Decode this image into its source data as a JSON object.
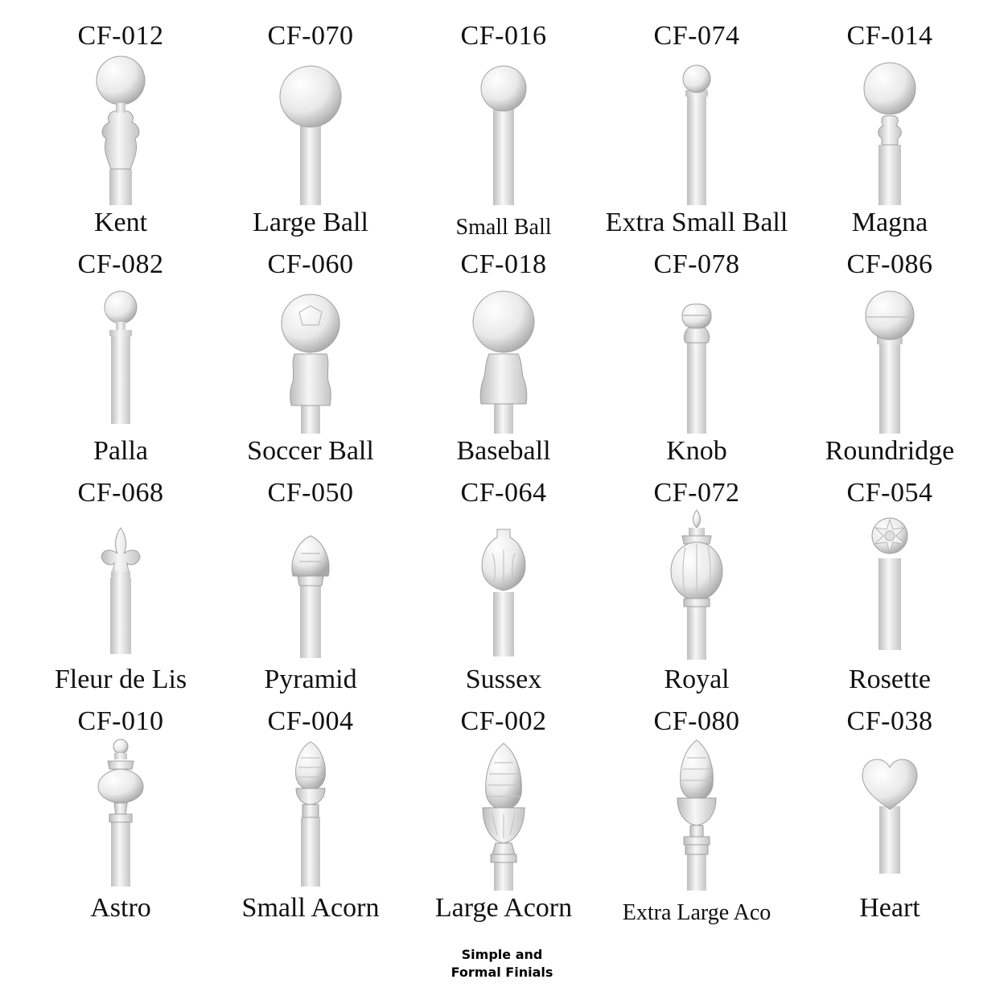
{
  "finials": [
    {
      "code": "CF-012",
      "name": "Kent",
      "shape": "kent-finial"
    },
    {
      "code": "CF-070",
      "name": "Large Ball",
      "shape": "large-ball-finial"
    },
    {
      "code": "CF-016",
      "name": "Small Ball",
      "shape": "small-ball-finial"
    },
    {
      "code": "CF-074",
      "name": "Extra Small Ball",
      "shape": "extra-small-ball-finial"
    },
    {
      "code": "CF-014",
      "name": "Magna",
      "shape": "magna-finial"
    },
    {
      "code": "CF-082",
      "name": "Palla",
      "shape": "palla-finial"
    },
    {
      "code": "CF-060",
      "name": "Soccer Ball",
      "shape": "soccer-ball-finial"
    },
    {
      "code": "CF-018",
      "name": "Baseball",
      "shape": "baseball-finial"
    },
    {
      "code": "CF-078",
      "name": "Knob",
      "shape": "knob-finial"
    },
    {
      "code": "CF-086",
      "name": "Roundridge",
      "shape": "roundridge-finial"
    },
    {
      "code": "CF-068",
      "name": "Fleur de Lis",
      "shape": "fleur-de-lis-finial"
    },
    {
      "code": "CF-050",
      "name": "Pyramid",
      "shape": "pyramid-finial"
    },
    {
      "code": "CF-064",
      "name": "Sussex",
      "shape": "sussex-finial"
    },
    {
      "code": "CF-072",
      "name": "Royal",
      "shape": "royal-finial"
    },
    {
      "code": "CF-054",
      "name": "Rosette",
      "shape": "rosette-finial"
    },
    {
      "code": "CF-010",
      "name": "Astro",
      "shape": "astro-finial"
    },
    {
      "code": "CF-004",
      "name": "Small Acorn",
      "shape": "small-acorn-finial"
    },
    {
      "code": "CF-002",
      "name": "Large Acorn",
      "shape": "large-acorn-finial"
    },
    {
      "code": "CF-080",
      "name": "Extra Large Aco",
      "shape": "extra-large-acorn-finial"
    },
    {
      "code": "CF-038",
      "name": "Heart",
      "shape": "heart-finial"
    }
  ],
  "footer": {
    "line1": "Simple and",
    "line2": "Formal Finials"
  },
  "colors": {
    "finial_fill": "#f4f4f4",
    "finial_shade": "#c9c9c9",
    "finial_edge": "#9a9a9a",
    "text": "#111111"
  }
}
